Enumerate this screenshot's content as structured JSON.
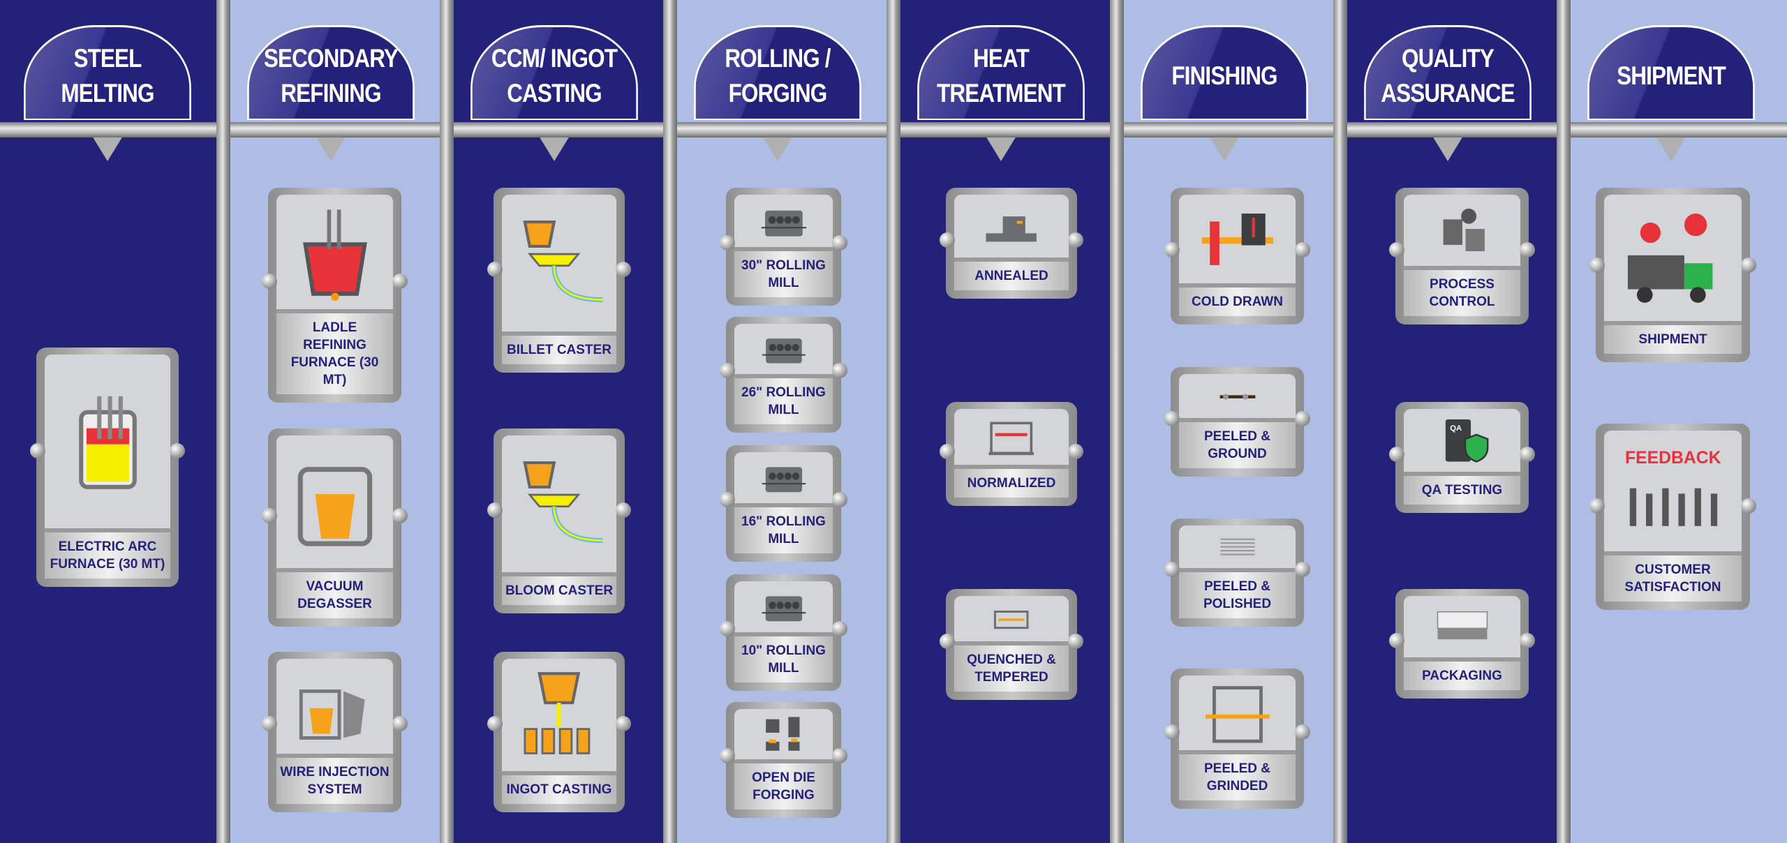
{
  "colors": {
    "dark": "#23217a",
    "light": "#aebde3",
    "label": "#23217a"
  },
  "stages": [
    {
      "title": "STEEL MELTING",
      "cards": [
        {
          "label": "ELECTRIC ARC FURNACE (30 MT)",
          "icon": "furnace"
        }
      ]
    },
    {
      "title": "SECONDARY REFINING",
      "cards": [
        {
          "label": "LADLE REFINING FURNACE (30 MT)",
          "icon": "ladle"
        },
        {
          "label": "VACUUM DEGASSER",
          "icon": "degasser"
        },
        {
          "label": "WIRE INJECTION SYSTEM",
          "icon": "wire"
        }
      ]
    },
    {
      "title": "CCM/ INGOT CASTING",
      "cards": [
        {
          "label": "BILLET CASTER",
          "icon": "caster"
        },
        {
          "label": "BLOOM CASTER",
          "icon": "caster"
        },
        {
          "label": "INGOT CASTING",
          "icon": "ingot"
        }
      ]
    },
    {
      "title": "ROLLING / FORGING",
      "cards": [
        {
          "label": "30\" ROLLING MILL",
          "icon": "mill"
        },
        {
          "label": "26\" ROLLING MILL",
          "icon": "mill"
        },
        {
          "label": "16\" ROLLING MILL",
          "icon": "mill"
        },
        {
          "label": "10\" ROLLING MILL",
          "icon": "mill"
        },
        {
          "label": "OPEN DIE FORGING",
          "icon": "forge"
        }
      ]
    },
    {
      "title": "HEAT TREATMENT",
      "cards": [
        {
          "label": "ANNEALED",
          "icon": "anneal"
        },
        {
          "label": "NORMALIZED",
          "icon": "normal"
        },
        {
          "label": "QUENCHED & TEMPERED",
          "icon": "quench"
        }
      ]
    },
    {
      "title": "FINISHING",
      "cards": [
        {
          "label": "COLD DRAWN",
          "icon": "cold"
        },
        {
          "label": "PEELED & GROUND",
          "icon": "shaft"
        },
        {
          "label": "PEELED & POLISHED",
          "icon": "bars"
        },
        {
          "label": "PEELED & GRINDED",
          "icon": "grind"
        }
      ]
    },
    {
      "title": "QUALITY ASSURANCE",
      "cards": [
        {
          "label": "PROCESS CONTROL",
          "icon": "process"
        },
        {
          "label": "QA TESTING",
          "icon": "qa"
        },
        {
          "label": "PACKAGING",
          "icon": "pack"
        }
      ]
    },
    {
      "title": "SHIPMENT",
      "cards": [
        {
          "label": "SHIPMENT",
          "icon": "truck"
        },
        {
          "label": "CUSTOMER SATISFACTION",
          "icon": "feedback",
          "badge": "FEEDBACK"
        }
      ]
    }
  ]
}
